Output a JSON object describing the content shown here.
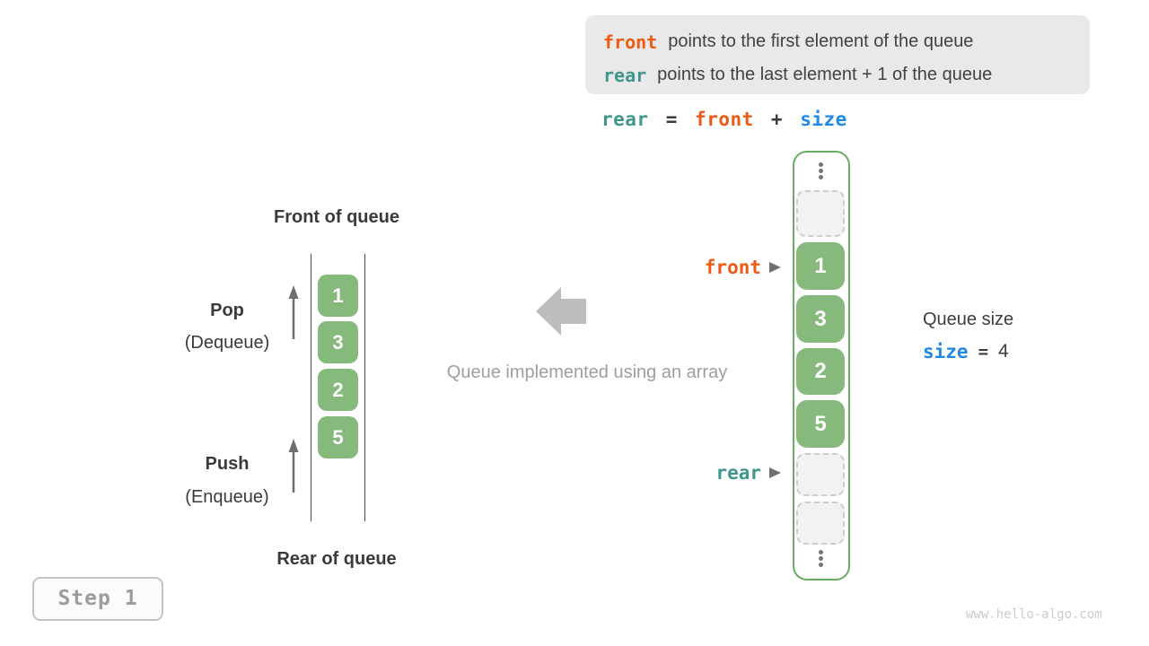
{
  "info_box": {
    "line1": {
      "code": "front",
      "text": "points to the first element of the queue"
    },
    "line2": {
      "code": "rear",
      "text": "points to the last element + 1 of the queue"
    }
  },
  "formula": {
    "tokens": [
      {
        "text": "rear",
        "color": "teal"
      },
      {
        "text": "=",
        "color": "dark"
      },
      {
        "text": "front",
        "color": "orange"
      },
      {
        "text": "+",
        "color": "dark"
      },
      {
        "text": "size",
        "color": "blue"
      }
    ]
  },
  "left_queue": {
    "top_label": "Front of queue",
    "bottom_label": "Rear of queue",
    "pop": {
      "title": "Pop",
      "subtitle": "(Dequeue)"
    },
    "push": {
      "title": "Push",
      "subtitle": "(Enqueue)"
    },
    "cells": [
      "1",
      "3",
      "2",
      "5"
    ]
  },
  "middle": {
    "caption": "Queue implemented using an array"
  },
  "array": {
    "front_label": "front",
    "rear_label": "rear",
    "cells": [
      {
        "type": "empty",
        "value": ""
      },
      {
        "type": "filled",
        "value": "1"
      },
      {
        "type": "filled",
        "value": "3"
      },
      {
        "type": "filled",
        "value": "2"
      },
      {
        "type": "filled",
        "value": "5"
      },
      {
        "type": "empty",
        "value": ""
      },
      {
        "type": "empty",
        "value": ""
      }
    ]
  },
  "queue_size": {
    "title": "Queue size",
    "var": "size",
    "eq": "=",
    "value": "4"
  },
  "step": {
    "label": "Step 1"
  },
  "watermark": "www.hello-algo.com",
  "colors": {
    "code_orange": "#ec5a13",
    "code_teal": "#3f968b",
    "code_blue": "#1e88e5",
    "cell_green": "#86ba7d",
    "frame_green": "#69ad62",
    "info_box_bg": "#e9e9e9",
    "caption_gray": "#9e9e9e",
    "block_arrow_gray": "#bdbdbd",
    "dark_text": "#3c3c3c"
  }
}
